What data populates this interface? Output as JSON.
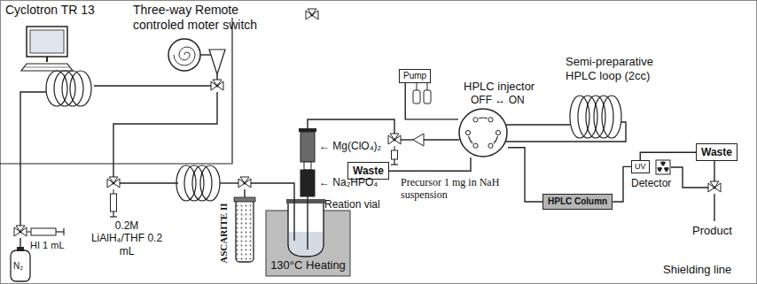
{
  "diagram": {
    "nodes": [
      {
        "text": [
          "Reation vial",
          "130°C Heating"
        ]
      },
      {
        "text": [
          "Waste"
        ]
      },
      {
        "text": [
          "Pump"
        ]
      },
      {
        "text": [
          "HPLC injector",
          "OFF ↔ ON"
        ]
      },
      {
        "text": [
          "HPLC Column"
        ]
      },
      {
        "text": [
          "UV"
        ]
      },
      {
        "text": [
          "Waste"
        ]
      }
    ],
    "edges": [
      {
        "from": 2,
        "to": 3,
        "arrow": "none"
      },
      {
        "from": 3,
        "to": 1,
        "arrow": "none"
      },
      {
        "from": 3,
        "to": 4,
        "arrow": "none"
      },
      {
        "from": 4,
        "to": 5,
        "arrow": "none"
      },
      {
        "from": 5,
        "to": 6,
        "arrow": "none"
      }
    ],
    "labels": [
      "Cyclotron TR 13",
      "Three-way Remote controled moter switch",
      "N₂",
      "HI 1 mL",
      "0.2M LiAlH₄/THF 0.2 mL",
      "ASCARITE II",
      "← Mg(ClO₄)₂",
      "← Na₂HPO₄",
      "Precursor 1 mg in NaH suspension",
      "Semi-preparative HPLC loop (2cc)",
      "Detector",
      "Product",
      "Shielding line"
    ]
  }
}
